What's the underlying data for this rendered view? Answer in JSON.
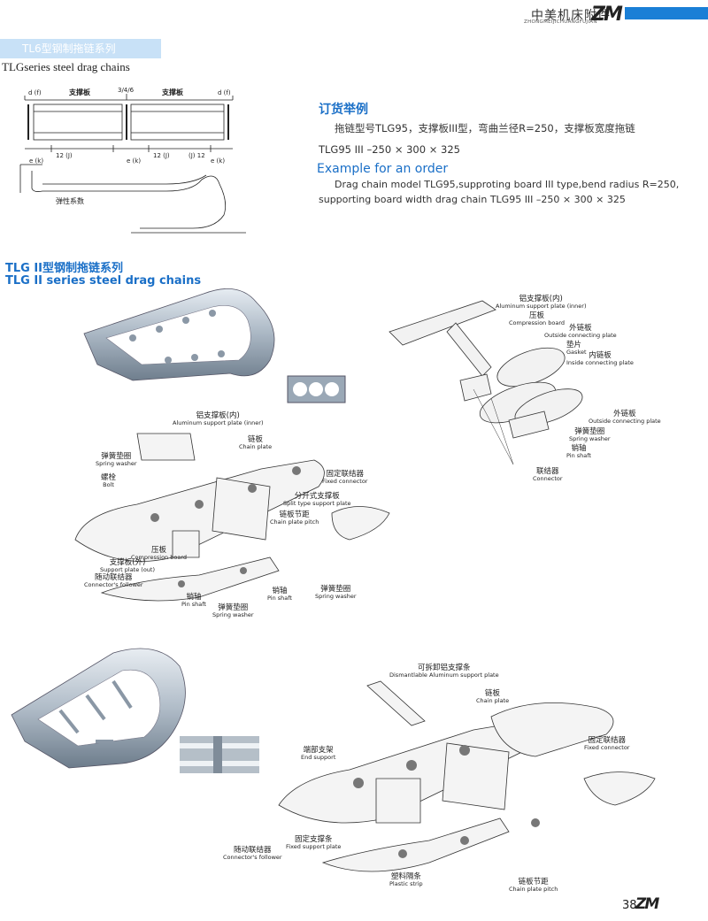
{
  "header": {
    "brand_cn": "中美机床附件",
    "brand_en": "ZHONGMEIJICHUANGFUJIAN",
    "logo": "ZM",
    "accent": "#1a7fd6"
  },
  "section1": {
    "tab_label": "TL6型钢制拖链系列",
    "title_en": "TLGseries steel drag chains",
    "diagram": {
      "top_labels": [
        "d (f)",
        "支撑板",
        "3/4/6",
        "支撑板",
        "d (f)"
      ],
      "bottom_labels": [
        "12 (J)",
        "12 (J)",
        "(J) 12"
      ],
      "e_labels": [
        "e (k)",
        "e (k)",
        "e (k)"
      ],
      "flex_label": "弹性系数"
    }
  },
  "order": {
    "title_cn": "订货举例",
    "line1_cn": "拖链型号TLG95，支撑板III型，弯曲兰径R=250，支撑板宽度拖链",
    "line2_cn": "TLG95 III –250 × 300 × 325",
    "title_en": "Example for an order",
    "line1_en": "Drag chain model TLG95,supproting board III type,bend radius R=250,",
    "line2_en": "supporting board width drag chain TLG95 III –250 × 300 × 325"
  },
  "section2": {
    "title_cn": "TLG II型钢制拖链系列",
    "title_en": "TLG II series steel drag chains",
    "explode_right": [
      {
        "cn": "铝支撑板(内)",
        "en": "Aluminum support plate (inner)"
      },
      {
        "cn": "压板",
        "en": "Compression board"
      },
      {
        "cn": "外链板",
        "en": "Outside connecting plate"
      },
      {
        "cn": "垫片",
        "en": "Gasket"
      },
      {
        "cn": "内链板",
        "en": "Inside connecting plate"
      },
      {
        "cn": "外链板",
        "en": "Outside connecting plate"
      },
      {
        "cn": "弹簧垫圈",
        "en": "Spring washer"
      },
      {
        "cn": "销轴",
        "en": "Pin shaft"
      },
      {
        "cn": "联结器",
        "en": "Connector"
      }
    ],
    "explode_center": [
      {
        "cn": "铝支撑板(内)",
        "en": "Aluminum support plate (inner)"
      },
      {
        "cn": "链板",
        "en": "Chain plate"
      },
      {
        "cn": "弹簧垫圈",
        "en": "Spring washer"
      },
      {
        "cn": "螺栓",
        "en": "Bolt"
      },
      {
        "cn": "固定联结器",
        "en": "Fixed connector"
      },
      {
        "cn": "分开式支撑板",
        "en": "Split type support plate"
      },
      {
        "cn": "链板节距",
        "en": "Chain plate pitch"
      },
      {
        "cn": "压板",
        "en": "Compression board"
      },
      {
        "cn": "支撑板(外)",
        "en": "Support plate (out)"
      },
      {
        "cn": "随动联结器",
        "en": "Connector's follower"
      },
      {
        "cn": "销轴",
        "en": "Pin shaft"
      },
      {
        "cn": "销轴",
        "en": "Pin shaft"
      },
      {
        "cn": "弹簧垫圈",
        "en": "Spring washer"
      },
      {
        "cn": "弹簧垫圈",
        "en": "Spring washer"
      }
    ]
  },
  "section3": {
    "explode": [
      {
        "cn": "可拆卸铝支撑条",
        "en": "Dismantlable Aluminum support plate"
      },
      {
        "cn": "链板",
        "en": "Chain plate"
      },
      {
        "cn": "固定联结器",
        "en": "Fixed connector"
      },
      {
        "cn": "端部支架",
        "en": "End support"
      },
      {
        "cn": "固定支撑条",
        "en": "Fixed support plate"
      },
      {
        "cn": "随动联结器",
        "en": "Connector's follower"
      },
      {
        "cn": "塑料隔条",
        "en": "Plastic strip"
      },
      {
        "cn": "链板节距",
        "en": "Chain plate pitch"
      }
    ]
  },
  "footer": {
    "page_number": "38",
    "logo": "ZM"
  }
}
